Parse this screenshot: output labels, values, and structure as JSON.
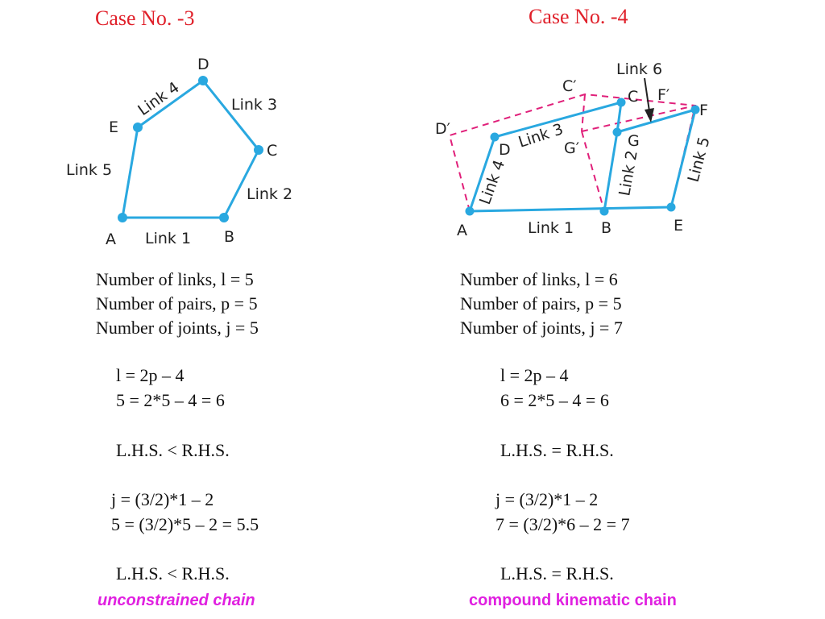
{
  "colors": {
    "title": "#e0202a",
    "link_line": "#29a8e0",
    "dashed_line": "#e0207a",
    "chain_type": "#e020e0",
    "joint": "#29a8e0"
  },
  "case3": {
    "title": "Case No. -3",
    "joint_labels": {
      "A": "A",
      "B": "B",
      "C": "C",
      "D": "D",
      "E": "E"
    },
    "link_labels": {
      "link1": "Link 1",
      "link2": "Link 2",
      "link3": "Link 3",
      "link4": "Link 4",
      "link5": "Link 5"
    },
    "stats": [
      "Number of links, l = 5",
      "Number of pairs, p = 5",
      "Number of joints, j = 5"
    ],
    "equation1": [
      "l = 2p – 4",
      "5 = 2*5 – 4 = 6"
    ],
    "comparison1": "L.H.S. < R.H.S.",
    "equation2": [
      "j = (3/2)*1 – 2",
      "5 = (3/2)*5 – 2 = 5.5"
    ],
    "comparison2": "L.H.S. < R.H.S.",
    "chain_type": "unconstrained chain"
  },
  "case4": {
    "title": "Case No. -4",
    "joint_labels": {
      "A": "A",
      "B": "B",
      "C": "C",
      "D": "D",
      "E": "E",
      "F": "F",
      "G": "G",
      "Cp": "C′",
      "Dp": "D′",
      "Fp": "F′",
      "Gp": "G′"
    },
    "link_labels": {
      "link1": "Link 1",
      "link2": "Link 2",
      "link3": "Link 3",
      "link4": "Link 4",
      "link5": "Link 5",
      "link6": "Link 6"
    },
    "stats": [
      "Number of links, l = 6",
      "Number of pairs, p = 5",
      "Number of joints, j = 7"
    ],
    "equation1": [
      "l = 2p – 4",
      "6 = 2*5 – 4 = 6"
    ],
    "comparison1": "L.H.S. =  R.H.S.",
    "equation2": [
      "j = (3/2)*1 – 2",
      "7 = (3/2)*6 – 2 = 7"
    ],
    "comparison2": "L.H.S. = R.H.S.",
    "chain_type": "compound kinematic chain"
  }
}
